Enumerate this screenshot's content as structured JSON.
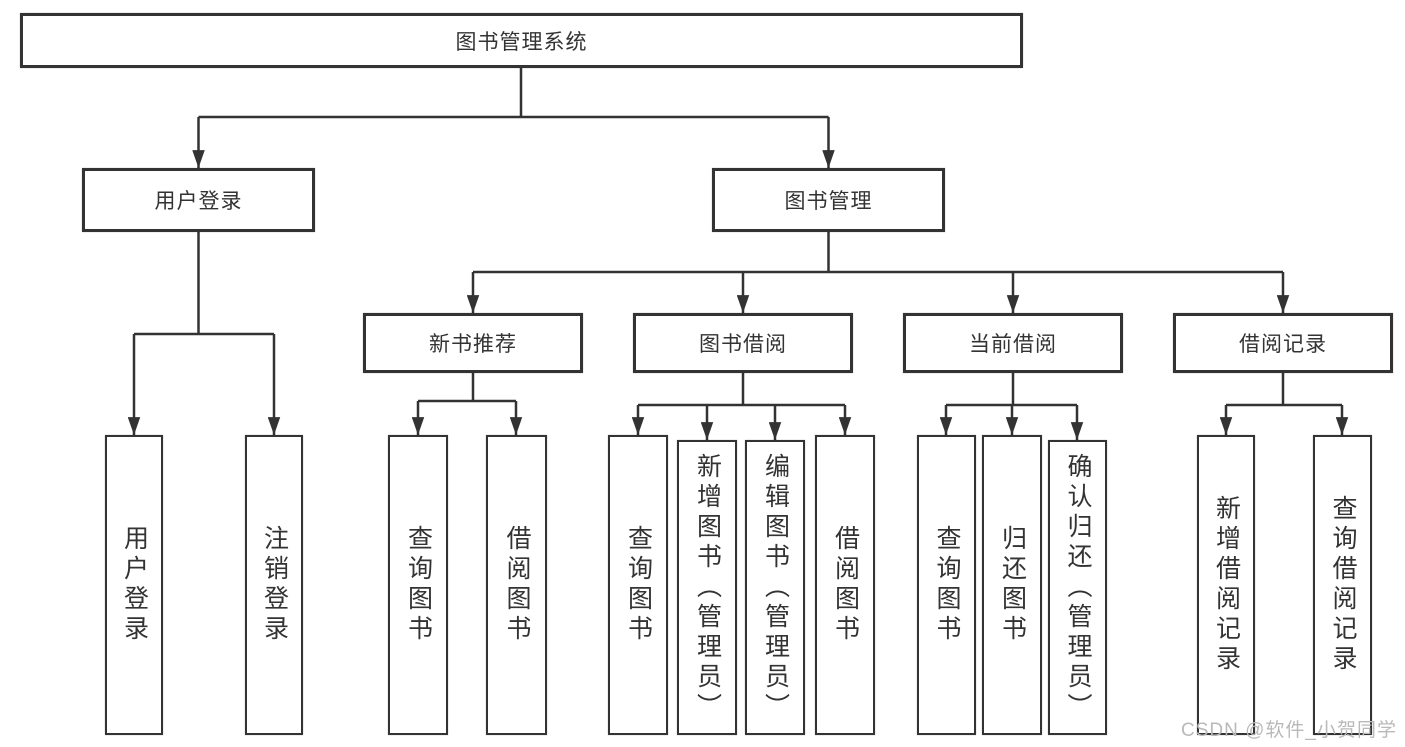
{
  "colors": {
    "line": "#333333",
    "text": "#333333",
    "watermark": "#b9b9b9"
  },
  "tree": {
    "label": "图书管理系统",
    "children": [
      {
        "label": "用户登录",
        "children": [
          {
            "label": "用户登录"
          },
          {
            "label": "注销登录"
          }
        ]
      },
      {
        "label": "图书管理",
        "children": [
          {
            "label": "新书推荐",
            "children": [
              {
                "label": "查询图书"
              },
              {
                "label": "借阅图书"
              }
            ]
          },
          {
            "label": "图书借阅",
            "children": [
              {
                "label": "查询图书"
              },
              {
                "label": "新增图书（管理员）"
              },
              {
                "label": "编辑图书（管理员）"
              },
              {
                "label": "借阅图书"
              }
            ]
          },
          {
            "label": "当前借阅",
            "children": [
              {
                "label": "查询图书"
              },
              {
                "label": "归还图书"
              },
              {
                "label": "确认归还（管理员）"
              }
            ]
          },
          {
            "label": "借阅记录",
            "children": [
              {
                "label": "新增借阅记录"
              },
              {
                "label": "查询借阅记录"
              }
            ]
          }
        ]
      }
    ]
  },
  "watermark": {
    "text": "CSDN @软件_小贺同学"
  }
}
